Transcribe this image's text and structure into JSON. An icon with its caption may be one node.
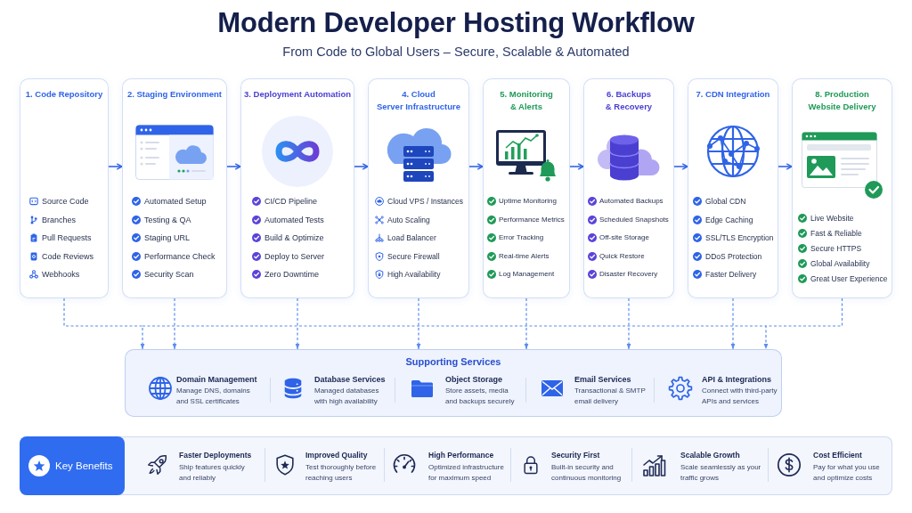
{
  "diagram": {
    "title": "Modern Developer Hosting Workflow",
    "nodes": [
      {
        "text": [
          "1. Code Repository",
          "Source Code",
          "Branches",
          "Pull Requests",
          "Code Reviews",
          "Webhooks"
        ]
      },
      {
        "text": [
          "2. Staging Environment",
          "Automated Setup",
          "Testing & QA",
          "Staging URL",
          "Performance Check",
          "Security Scan"
        ]
      },
      {
        "text": [
          "3. Deployment Automation",
          "CI/CD Pipeline",
          "Automated Tests",
          "Build & Optimize",
          "Deploy to Server",
          "Zero Downtime"
        ]
      },
      {
        "text": [
          "4. Cloud Server Infrastructure",
          "Cloud VPS / Instances",
          "Auto Scaling",
          "Load Balancer",
          "Secure Firewall",
          "High Availability"
        ]
      },
      {
        "text": [
          "5. Monitoring & Alerts",
          "Uptime Monitoring",
          "Performance Metrics",
          "Error Tracking",
          "Real-time Alerts",
          "Log Management"
        ]
      },
      {
        "text": [
          "6. Backups & Recovery",
          "Automated Backups",
          "Scheduled Snapshots",
          "Off-site Storage",
          "Quick Restore",
          "Disaster Recovery"
        ]
      },
      {
        "text": [
          "7. CDN Integration",
          "Global CDN",
          "Edge Caching",
          "SSL/TLS Encryption",
          "DDoS Protection",
          "Faster Delivery"
        ]
      },
      {
        "text": [
          "8. Production Website Delivery",
          "Live Website",
          "Fast & Reliable",
          "Secure HTTPS",
          "Global Availability",
          "Great User Experience"
        ]
      },
      {
        "text": [
          "Supporting Services"
        ]
      },
      {
        "text": [
          "Domain Management",
          "Manage DNS, domains and SSL certificates"
        ],
        "in": 8
      },
      {
        "text": [
          "Database Services",
          "Managed databases with high availability"
        ],
        "in": 8
      },
      {
        "text": [
          "Object Storage",
          "Store assets, media and backups securely"
        ],
        "in": 8
      },
      {
        "text": [
          "Email Services",
          "Transactional & SMTP email delivery"
        ],
        "in": 8
      },
      {
        "text": [
          "API & Integrations",
          "Connect with third-party APIs and services"
        ],
        "in": 8
      },
      {
        "text": [],
        "shape": "box"
      },
      {
        "text": [
          "Key Benefits"
        ],
        "in": 14
      },
      {
        "text": [
          "Faster Deployments",
          "Ship features quickly and reliably"
        ],
        "in": 14
      },
      {
        "text": [
          "Improved Quality",
          "Test thoroughly before reaching users"
        ],
        "in": 14
      },
      {
        "text": [
          "High Performance",
          "Optimized infrastructure for maximum speed"
        ],
        "in": 14
      },
      {
        "text": [
          "Security First",
          "Built-in security and continuous monitoring"
        ],
        "in": 14
      },
      {
        "text": [
          "Scalable Growth",
          "Scale seamlessly as your traffic grows"
        ],
        "in": 14
      },
      {
        "text": [
          "Cost Efficient",
          "Pay for what you use and optimize costs"
        ],
        "in": 14
      }
    ],
    "edges": [
      {
        "from": 0,
        "to": 1,
        "arrow": "to"
      },
      {
        "from": 1,
        "to": 2,
        "arrow": "to"
      },
      {
        "from": 2,
        "to": 3,
        "arrow": "to"
      },
      {
        "from": 3,
        "to": 4,
        "arrow": "to"
      },
      {
        "from": 4,
        "to": 5,
        "arrow": "to"
      },
      {
        "from": 5,
        "to": 6,
        "arrow": "to"
      },
      {
        "from": 6,
        "to": 7,
        "arrow": "to"
      },
      {
        "from": 0,
        "to": 8,
        "arrow": "to",
        "style": "dashed"
      },
      {
        "from": 1,
        "to": 8,
        "arrow": "to",
        "style": "dashed"
      },
      {
        "from": 2,
        "to": 8,
        "arrow": "to",
        "style": "dashed"
      },
      {
        "from": 3,
        "to": 8,
        "arrow": "to",
        "style": "dashed"
      },
      {
        "from": 4,
        "to": 8,
        "arrow": "to",
        "style": "dashed"
      },
      {
        "from": 5,
        "to": 8,
        "arrow": "to",
        "style": "dashed"
      },
      {
        "from": 6,
        "to": 8,
        "arrow": "to",
        "style": "dashed"
      },
      {
        "from": 7,
        "to": 8,
        "arrow": "to",
        "style": "dashed"
      }
    ],
    "labels": [
      "From Code to Global Users – Secure, Scalable & Automated"
    ]
  }
}
